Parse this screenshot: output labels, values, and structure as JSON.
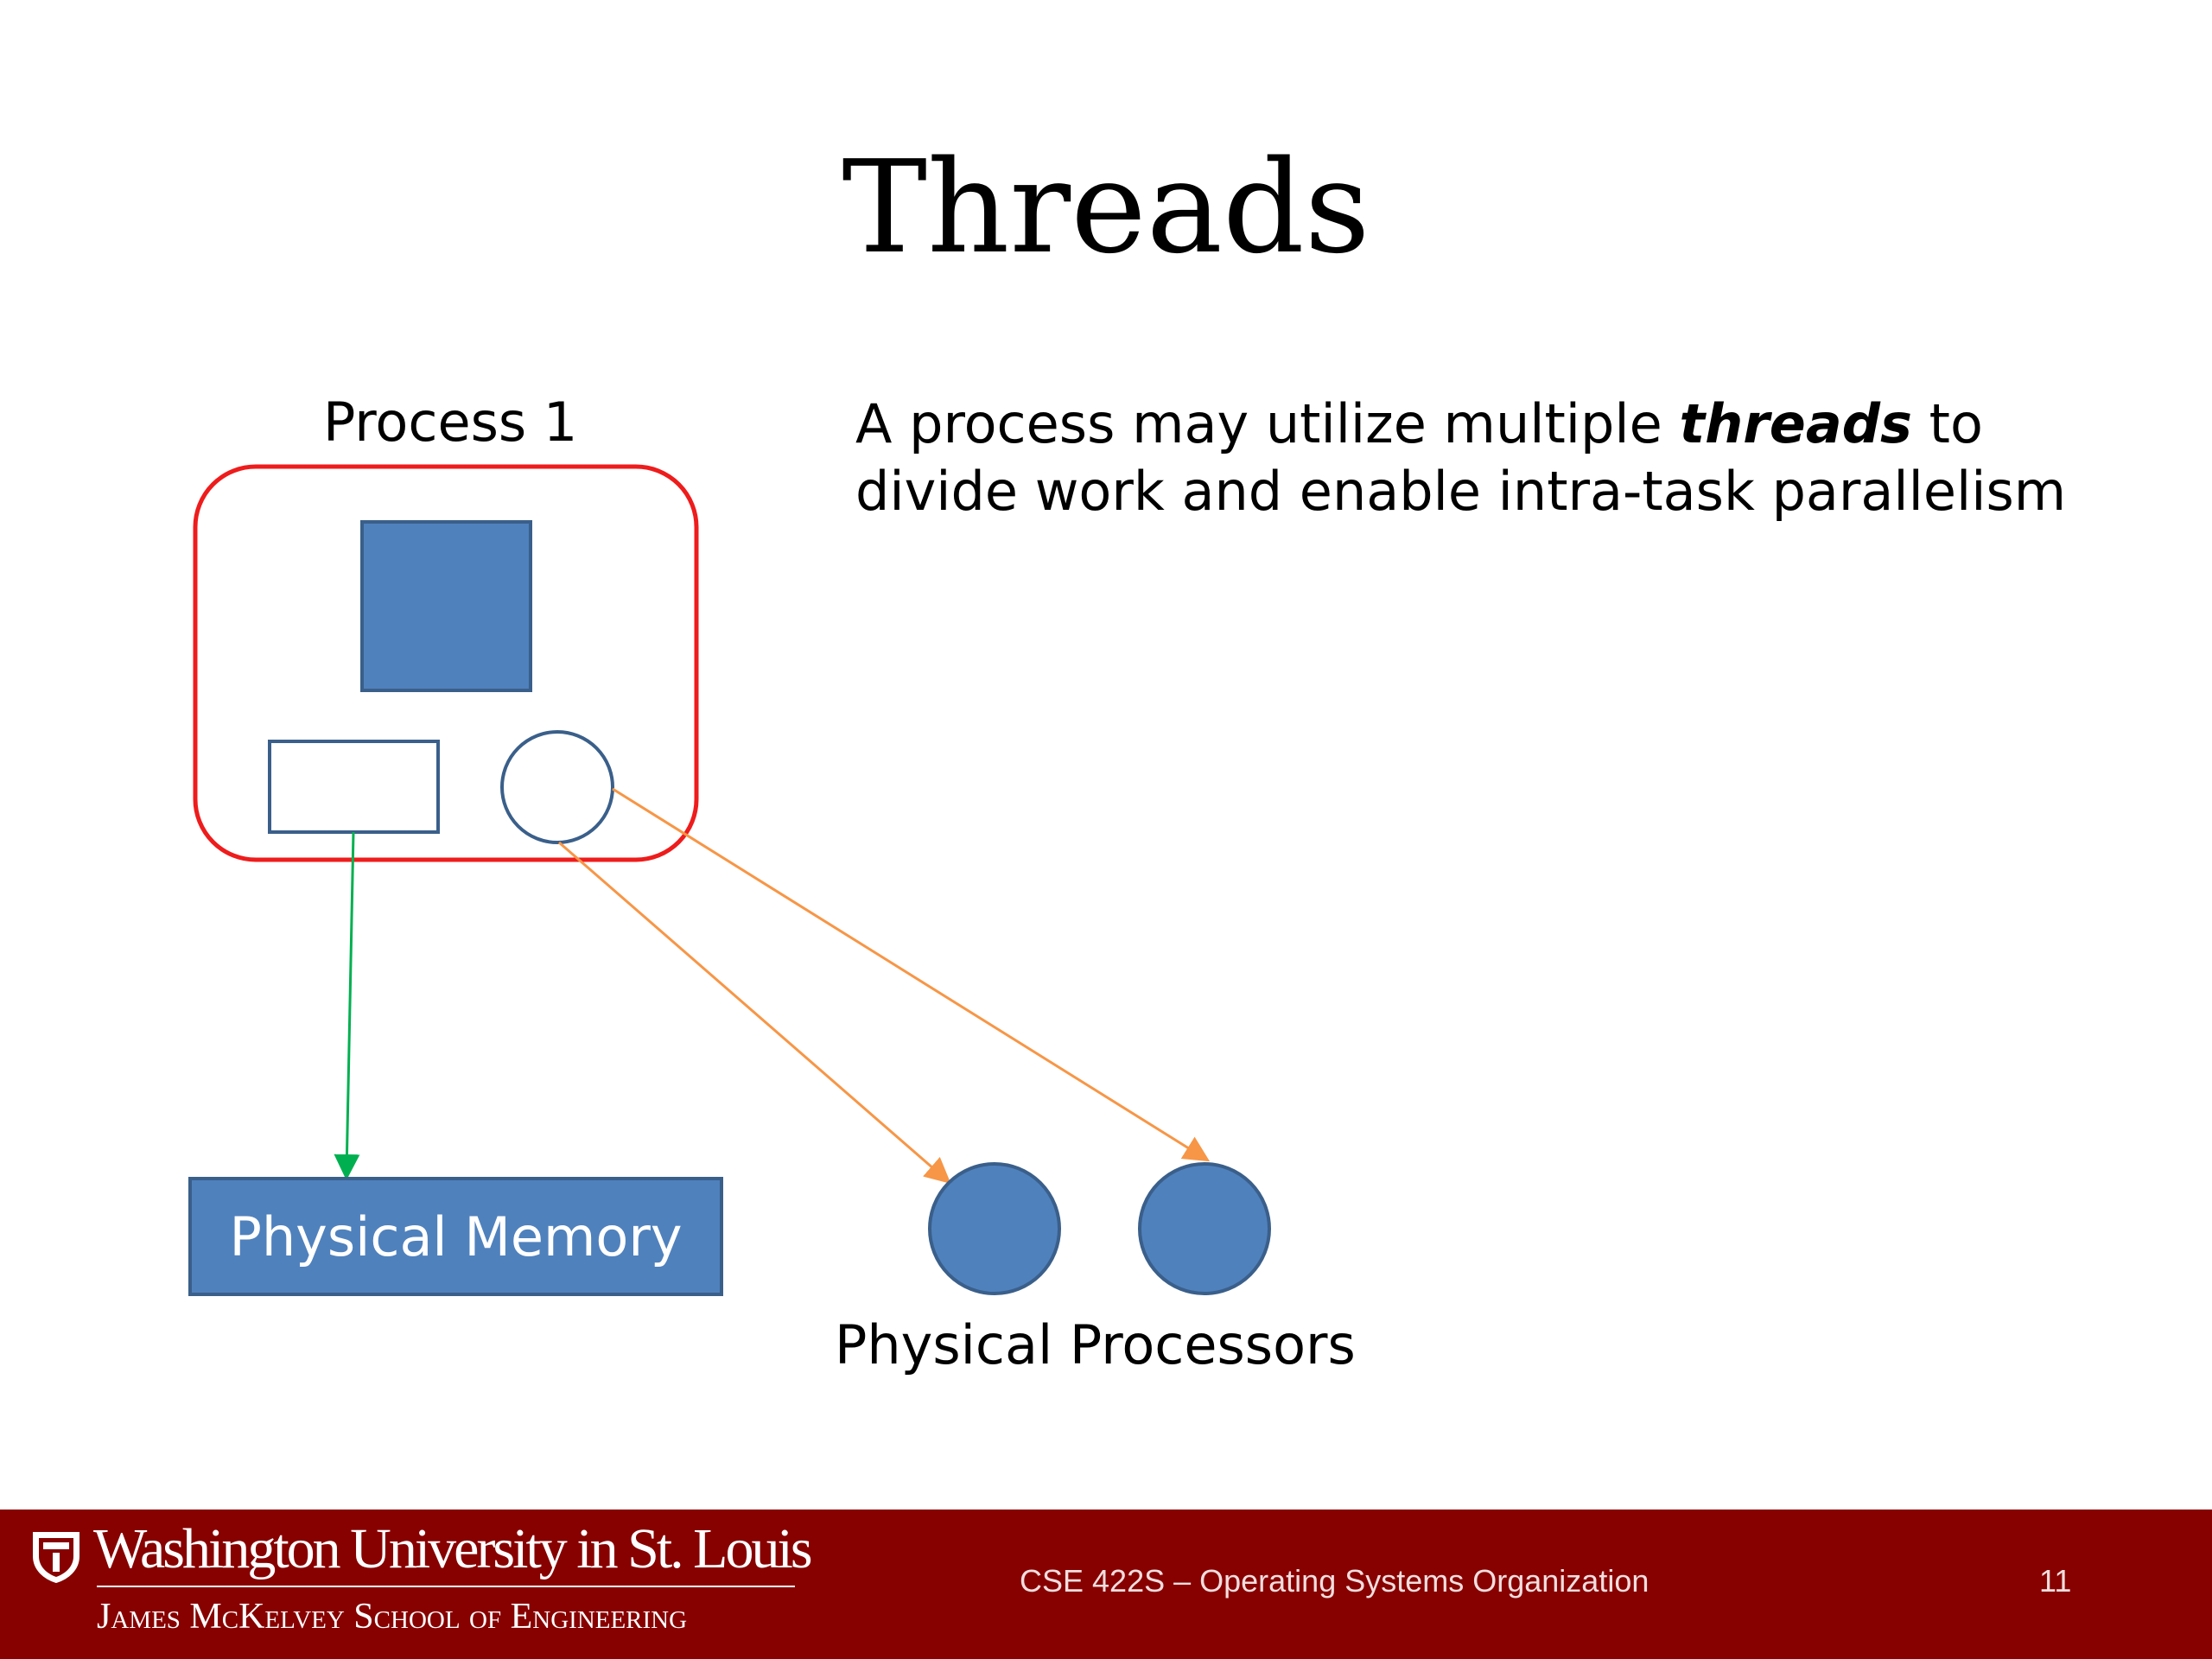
{
  "slide": {
    "title": "Threads"
  },
  "diagram": {
    "process_label": "Process 1",
    "memory_label": "Physical Memory",
    "processors_label": "Physical Processors",
    "colors": {
      "process_border": "#ee1c1c",
      "block_fill": "#4f81bd",
      "block_stroke": "#3a5f8a",
      "memory_arrow": "#00b050",
      "processor_arrow": "#f79646"
    }
  },
  "description": {
    "line1_prefix": "A process may utilize multiple ",
    "line1_emphasis": "threads",
    "line1_suffix": " to",
    "line2": "divide work and enable intra-task parallelism"
  },
  "footer": {
    "university": "Washington University in St. Louis",
    "school": "James McKelvey School of Engineering",
    "course": "CSE 422S – Operating Systems Organization",
    "page_number": "11",
    "background": "#870101"
  }
}
